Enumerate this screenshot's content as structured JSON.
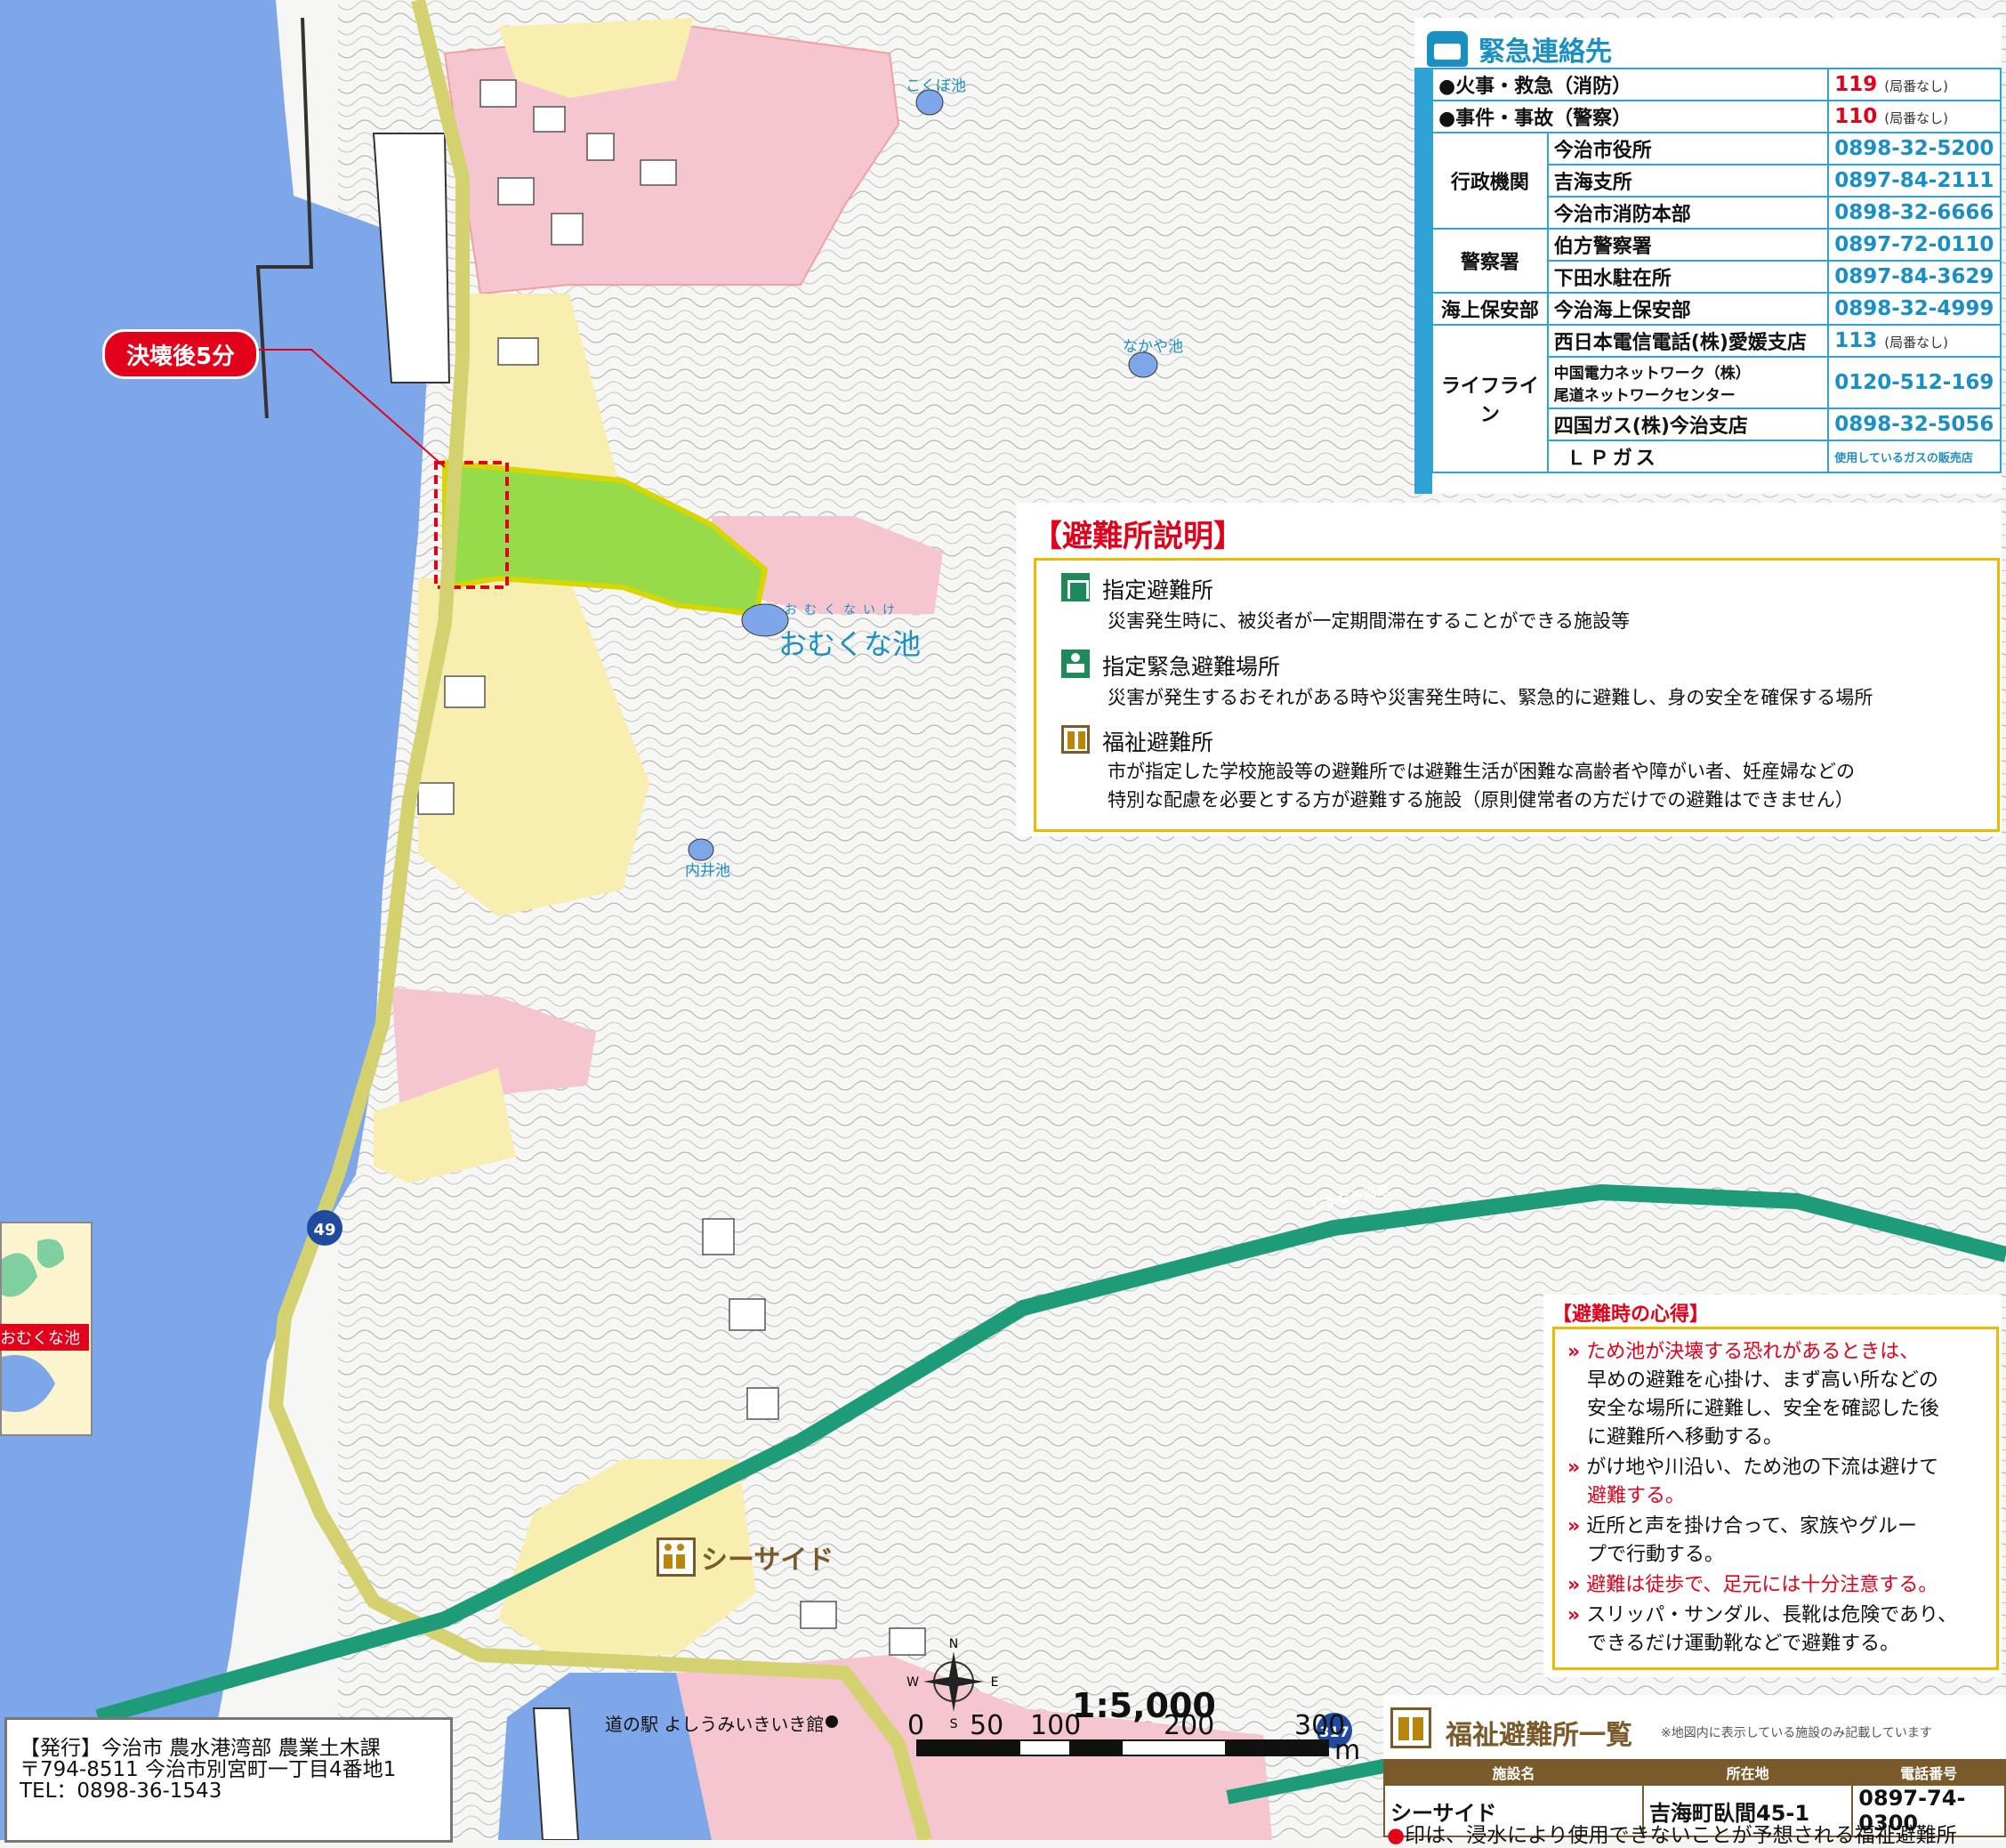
{
  "emergency": {
    "title": "緊急連絡先",
    "rows": [
      {
        "category": "",
        "name": "●火事・救急（消防）",
        "number": "119",
        "note": "(局番なし)"
      },
      {
        "category": "",
        "name": "●事件・事故（警察）",
        "number": "110",
        "note": "(局番なし)"
      },
      {
        "category": "行政機関",
        "name": "今治市役所",
        "number": "0898-32-5200"
      },
      {
        "category": "",
        "name": "吉海支所",
        "number": "0897-84-2111"
      },
      {
        "category": "",
        "name": "今治市消防本部",
        "number": "0898-32-6666"
      },
      {
        "category": "警察署",
        "name": "伯方警察署",
        "number": "0897-72-0110"
      },
      {
        "category": "",
        "name": "下田水駐在所",
        "number": "0897-84-3629"
      },
      {
        "category": "海上保安部",
        "name": "今治海上保安部",
        "number": "0898-32-4999"
      },
      {
        "category": "ライフライン",
        "name": "西日本電信電話(株)愛媛支店",
        "number": "113",
        "note": "(局番なし)"
      },
      {
        "category": "",
        "name": "中国電力ネットワーク（株）",
        "name2": "尾道ネットワークセンター",
        "number": "0120-512-169"
      },
      {
        "category": "",
        "name": "四国ガス(株)今治支店",
        "number": "0898-32-5056"
      },
      {
        "category": "",
        "name": "ＬＰガス",
        "number": "使用しているガスの販売店"
      }
    ]
  },
  "shelter_explain": {
    "title": "【避難所説明】",
    "items": [
      {
        "name": "指定避難所",
        "desc": "災害発生時に、被災者が一定期間滞在することができる施設等",
        "icon": "shelter-icon"
      },
      {
        "name": "指定緊急避難場所",
        "desc": "災害が発生するおそれがある時や災害発生時に、緊急的に避難し、身の安全を確保する場所",
        "icon": "emergency-evac-icon"
      },
      {
        "name": "福祉避難所",
        "desc": "市が指定した学校施設等の避難所では避難生活が困難な高齢者や障がい者、妊産婦などの",
        "desc2": "特別な配慮を必要とする方が避難する施設（原則健常者の方だけでの避難はできません）",
        "icon": "welfare-icon"
      }
    ]
  },
  "tips": {
    "title": "【避難時の心得】",
    "items": [
      {
        "lines": [
          "ため池が決壊する恐れがあるときは、",
          "早めの避難を心掛け、まず高い所などの",
          "安全な場所に避難し、安全を確認した後",
          "に避難所へ移動する。"
        ]
      },
      {
        "lines": [
          "がけ地や川沿い、ため池の下流は避けて",
          "避難する。"
        ]
      },
      {
        "lines": [
          "近所と声を掛け合って、家族やグルー",
          "プで行動する。"
        ]
      },
      {
        "lines": [
          "避難は徒歩で、足元には十分注意する。"
        ]
      },
      {
        "lines": [
          "スリッパ・サンダル、長靴は危険であり、",
          "できるだけ運動靴などで避難する。"
        ]
      }
    ]
  },
  "welfare": {
    "title": "福祉避難所一覧",
    "note": "※地図内に表示している施設のみ記載しています",
    "headers": [
      "施設名",
      "所在地",
      "電話番号"
    ],
    "rows": [
      [
        "シーサイド",
        "吉海町臥間45-1",
        "0897-74-0300"
      ]
    ],
    "footnote": "印は、浸水により使用できないことが予想される福祉避難所"
  },
  "publisher": {
    "lines": [
      "【発行】今治市 農水港湾部 農業土木課",
      "〒794-8511 今治市別宮町一丁目4番地1",
      "TEL：0898-36-1543"
    ]
  },
  "map": {
    "burst_label": "決壊後5分",
    "ponds": [
      "こくぼ池",
      "なかや池",
      "内井池"
    ],
    "main_pond_reading": "おむくないけ",
    "main_pond": "おむくな池",
    "shelter_label": "シーサイド",
    "road_station": "道の駅 よしうみいきいき館",
    "route49": "49",
    "route317": "317",
    "expressway": "しまなみ海道",
    "inset_label": "おむくな池",
    "scale": "1:5,000",
    "ticks": [
      "0",
      "50",
      "100",
      "200",
      "300",
      "m"
    ],
    "colors": {
      "sea": "#7da7e8",
      "flood_pink": "#f6c6d0",
      "flood_yellow": "#f8eeb0",
      "flood_green": "#96dc4a",
      "road_yellow": "#d4d270",
      "expressway": "#1e9b78"
    }
  }
}
